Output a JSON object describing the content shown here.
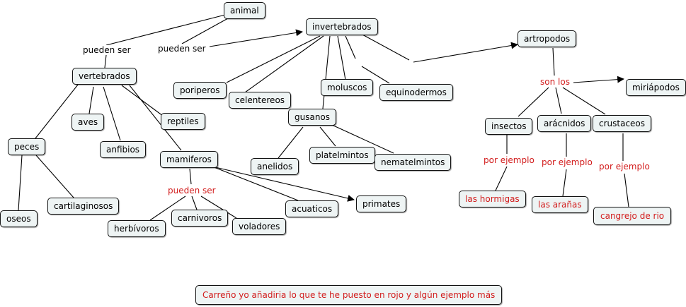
{
  "colors": {
    "accent_red": "#d21c1c",
    "node_fill": "#eef4f4",
    "border": "#111111"
  },
  "concepts": {
    "animal": "animal",
    "invertebrados": "invertebrados",
    "artropodos": "artropodos",
    "vertebrados": "vertebrados",
    "poriperos": "poriperos",
    "celentereos": "celentereos",
    "moluscos": "moluscos",
    "equinodermos": "equinodermos",
    "miriapodos": "miriápodos",
    "aves": "aves",
    "reptiles": "reptiles",
    "gusanos": "gusanos",
    "insectos": "insectos",
    "aracnidos": "arácnidos",
    "crustaceos": "crustaceos",
    "peces": "peces",
    "anfibios": "anfibios",
    "mamiferos": "mamiferos",
    "platelmintos": "platelmintos",
    "nematelmintos": "nematelmintos",
    "anelidos": "anelidos",
    "las_hormigas": "las hormigas",
    "las_aranas": "las arañas",
    "cartilaginosos": "cartilaginosos",
    "acuaticos": "acuaticos",
    "primates": "primates",
    "oseos": "oseos",
    "carnivoros": "carnivoros",
    "voladores": "voladores",
    "herbivoros": "herbívoros",
    "cangrejo_de_rio": "cangrejo de rio",
    "comment": "Carreño yo añadiria lo que te he puesto en rojo y algún ejemplo más"
  },
  "linking_phrases": {
    "pueden_ser_1": "pueden ser",
    "pueden_ser_2": "pueden ser",
    "son_los": "son los",
    "pueden_ser_3": "pueden ser",
    "por_ejemplo_1": "por ejemplo",
    "por_ejemplo_2": "por ejemplo",
    "por_ejemplo_3": "por ejemplo"
  }
}
